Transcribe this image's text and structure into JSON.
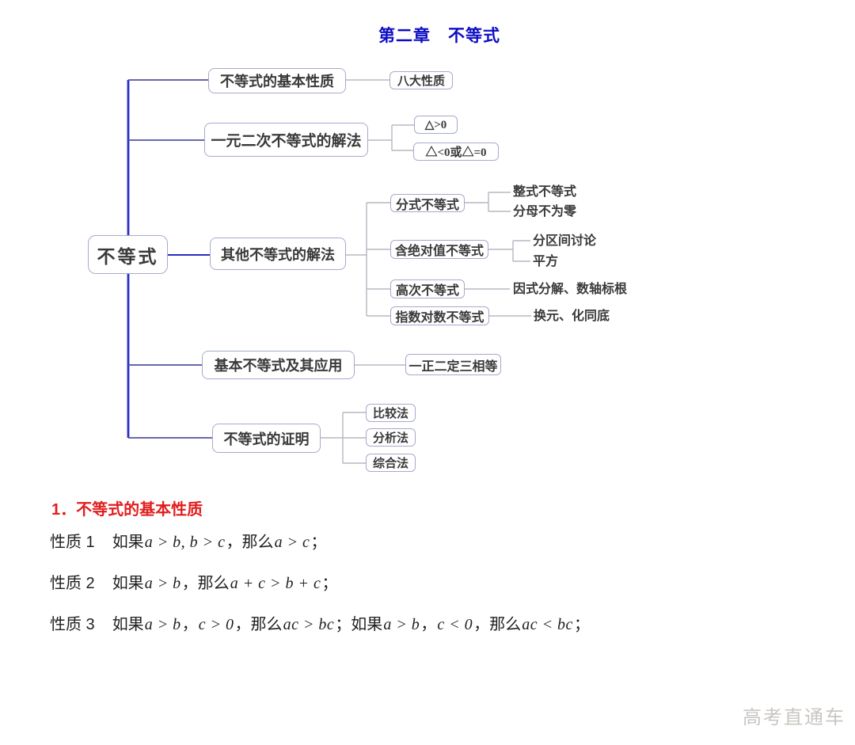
{
  "title": "第二章　不等式",
  "colors": {
    "title_blue": "#0d0dc5",
    "trunk_blue": "#2c2cc4",
    "branch_blue": "#52529e",
    "connector_gray": "#b7b7c2",
    "node_border": "#a6abcb",
    "node_text": "#3a3a3a",
    "heading_red": "#e21d1d",
    "body_text": "#1f1f1f",
    "watermark_gray": "#c9c6c2"
  },
  "mindmap": {
    "root": "不等式",
    "branches": [
      {
        "label": "不等式的基本性质",
        "children": [
          {
            "label": "八大性质"
          }
        ]
      },
      {
        "label": "一元二次不等式的解法",
        "children": [
          {
            "label": "△>0"
          },
          {
            "label": "△<0或△=0"
          }
        ]
      },
      {
        "label": "其他不等式的解法",
        "children": [
          {
            "label": "分式不等式",
            "children": [
              {
                "label": "整式不等式"
              },
              {
                "label": "分母不为零"
              }
            ]
          },
          {
            "label": "含绝对值不等式",
            "children": [
              {
                "label": "分区间讨论"
              },
              {
                "label": "平方"
              }
            ]
          },
          {
            "label": "高次不等式",
            "children": [
              {
                "label": "因式分解、数轴标根"
              }
            ]
          },
          {
            "label": "指数对数不等式",
            "children": [
              {
                "label": "换元、化同底"
              }
            ]
          }
        ]
      },
      {
        "label": "基本不等式及其应用",
        "children": [
          {
            "label": "一正二定三相等"
          }
        ]
      },
      {
        "label": "不等式的证明",
        "children": [
          {
            "label": "比较法"
          },
          {
            "label": "分析法"
          },
          {
            "label": "综合法"
          }
        ]
      }
    ]
  },
  "section": {
    "heading": "1．不等式的基本性质",
    "properties": [
      {
        "label": "性质 1",
        "segments": [
          "如果",
          "a > b, b > c",
          "，那么",
          "a > c",
          "；"
        ]
      },
      {
        "label": "性质 2",
        "segments": [
          "如果",
          "a > b",
          "，那么",
          "a + c > b + c",
          "；"
        ]
      },
      {
        "label": "性质 3",
        "segments": [
          "如果",
          "a > b",
          "，",
          "c > 0",
          "，那么",
          "ac > bc",
          "；如果",
          "a > b",
          "，",
          "c < 0",
          "，那么",
          "ac < bc",
          "；"
        ]
      }
    ]
  },
  "watermark": "高考直通车"
}
